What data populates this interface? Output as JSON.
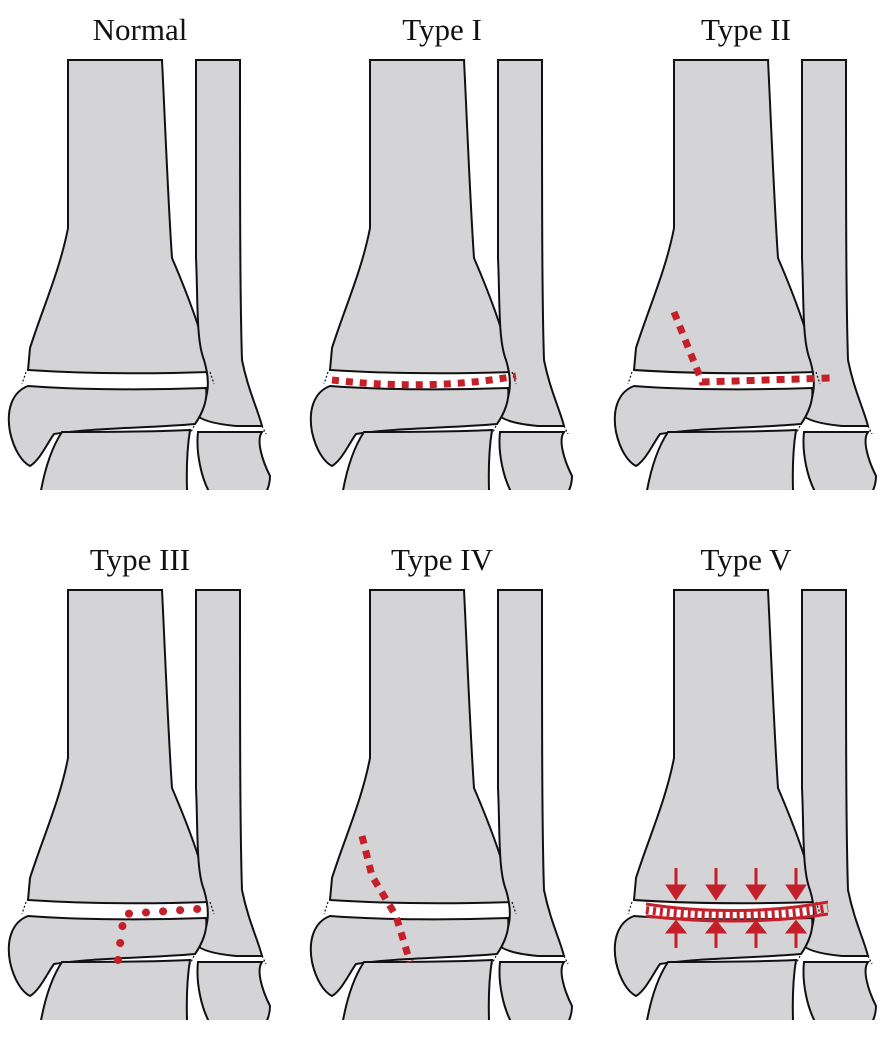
{
  "figure": {
    "panels": [
      {
        "id": "normal",
        "title": "Normal"
      },
      {
        "id": "type-1",
        "title": "Type I"
      },
      {
        "id": "type-2",
        "title": "Type II"
      },
      {
        "id": "type-3",
        "title": "Type III"
      },
      {
        "id": "type-4",
        "title": "Type IV"
      },
      {
        "id": "type-5",
        "title": "Type V"
      }
    ],
    "colors": {
      "bone_fill": "#d4d4d6",
      "outline": "#111111",
      "fracture": "#c5202a"
    }
  }
}
